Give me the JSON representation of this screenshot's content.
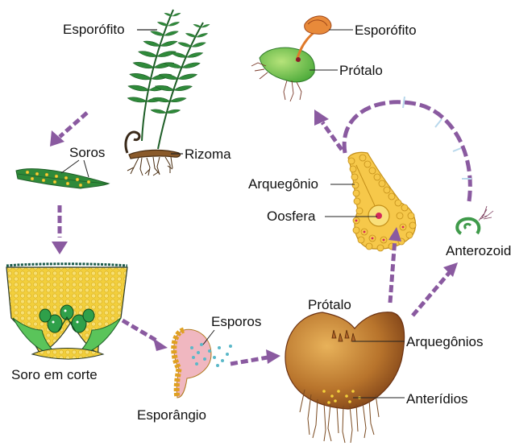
{
  "labels": {
    "esporofito_fern": "Esporófito",
    "rizoma": "Rizoma",
    "soros": "Soros",
    "soro_corte": "Soro em corte",
    "esporangio": "Esporângio",
    "esporos": "Esporos",
    "protalo_big": "Prótalo",
    "arquegonios": "Arquegônios",
    "anteridios": "Anterídios",
    "anterozoide": "Anterozoide",
    "arquegonio": "Arquegônio",
    "oosfera": "Oosfera",
    "esporofito_young": "Esporófito",
    "protalo_young": "Prótalo"
  },
  "colors": {
    "arrow": "#8a5aa0",
    "frond": "#2f8a3a",
    "protalo": "#b8742c",
    "sorus": "#f2cf3c",
    "cell": "#f4c24a",
    "antherozoid": "#3f9a4a"
  }
}
